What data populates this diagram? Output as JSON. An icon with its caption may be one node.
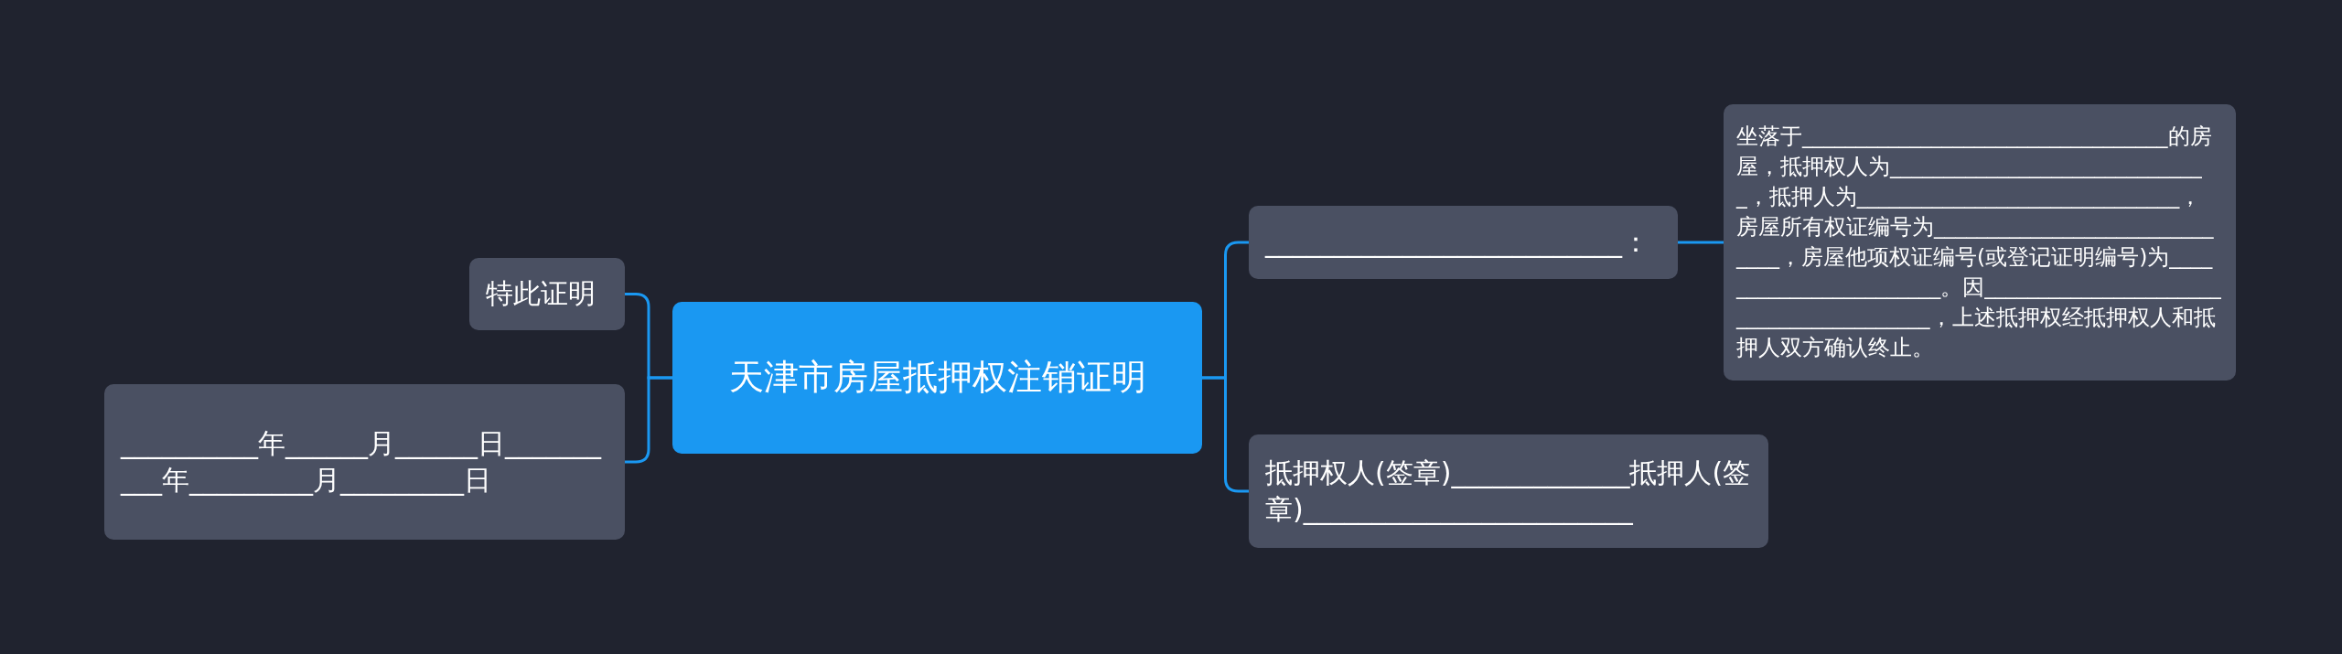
{
  "diagram": {
    "nodes": [
      {
        "text": [
          "天津市房屋抵押权注销证明"
        ]
      },
      {
        "text": [
          "特此证明"
        ]
      },
      {
        "text": [
          "__________年______月______日__________年_________月_________日"
        ]
      },
      {
        "text": [
          "__________________________："
        ]
      },
      {
        "text": [
          "坐落于__________________________________的房屋，抵押权人为______________________________，抵押人为______________________________，房屋所有权证编号为______________________________，房屋他项权证编号(或登记证明编号)为_______________________。因________________________________________，上述抵押权经抵押权人和抵押人双方确认终止。"
        ]
      },
      {
        "text": [
          "抵押权人(签章)_____________抵押人(签章)________________________"
        ]
      }
    ],
    "edges": [
      {
        "from": 0,
        "to": 1,
        "arrow": "none"
      },
      {
        "from": 0,
        "to": 2,
        "arrow": "none"
      },
      {
        "from": 0,
        "to": 3,
        "arrow": "none"
      },
      {
        "from": 0,
        "to": 5,
        "arrow": "none"
      },
      {
        "from": 3,
        "to": 4,
        "arrow": "none"
      }
    ]
  }
}
